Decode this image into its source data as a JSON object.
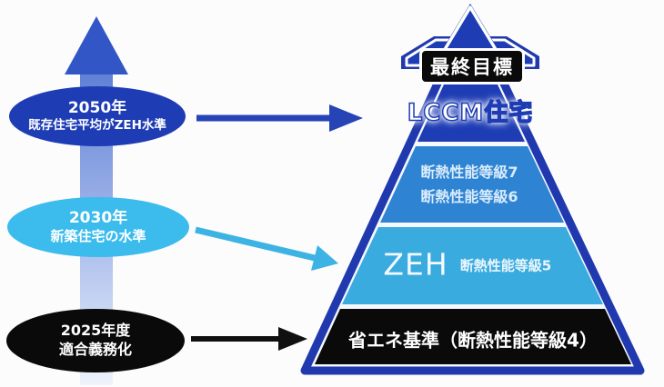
{
  "colors": {
    "background": "#fcfcfd",
    "royal_blue": "#1e3db5",
    "mid_blue": "#2e84d2",
    "cyan_tier": "#3aabdf",
    "bright_cyan": "#3bbcec",
    "black": "#0a0a0b",
    "pyramid_border_blue": "#2139ae",
    "arrow_dark_blue": "#2744b6",
    "arrow_cyan": "#3cb3e3",
    "arrow_black": "#101010",
    "up_arrow_head_blue": "#3356c6"
  },
  "timeline": {
    "milestones": [
      {
        "year": "2050年",
        "label": "既存住宅平均がZEH水準",
        "fill": "#1e3db5"
      },
      {
        "year": "2030年",
        "label": "新築住宅の水準",
        "fill": "#3bbcec"
      },
      {
        "year": "2025年度",
        "label": "適合義務化",
        "fill": "#0a0a0b"
      }
    ]
  },
  "pyramid": {
    "goal_badge": "最終目標",
    "tiers": [
      {
        "label": "LCCM住宅",
        "fill": "#1e3db5"
      },
      {
        "line1": "断熱性能等級7",
        "line2": "断熱性能等級6",
        "fill": "#2e84d2"
      },
      {
        "label": "ZEH",
        "sublabel": "断熱性能等級5",
        "fill": "#3aabdf"
      },
      {
        "label": "省エネ基準（断熱性能等級4）",
        "fill": "#0a0a0b"
      }
    ]
  }
}
